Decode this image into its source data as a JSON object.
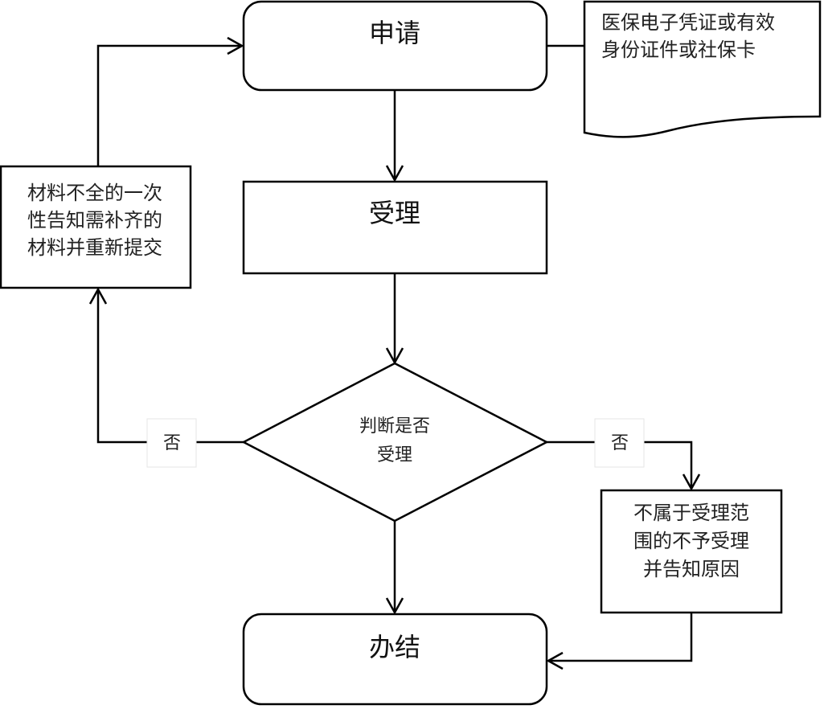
{
  "nodes": {
    "apply": {
      "label": "申请"
    },
    "document": {
      "lines": [
        "医保电子凭证或有效",
        "身份证件或社保卡"
      ]
    },
    "accept": {
      "label": "受理"
    },
    "decision": {
      "lines": [
        "判断是否",
        "受理"
      ]
    },
    "incomplete": {
      "lines": [
        "材料不全的一次",
        "性告知需补齐的",
        "材料并重新提交"
      ]
    },
    "reject": {
      "lines": [
        "不属于受理范",
        "围的不予受理",
        "并告知原因"
      ]
    },
    "complete": {
      "label": "办结"
    }
  },
  "edges": {
    "no_left": "否",
    "no_right": "否"
  }
}
